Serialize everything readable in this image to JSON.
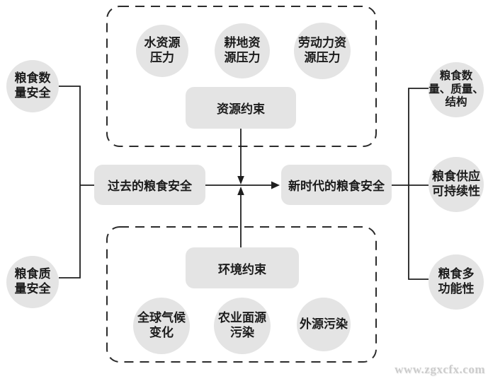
{
  "watermark": "www.zgxcfx.com",
  "colors": {
    "node_fill": "#e4e4e4",
    "line": "#1f1f1f",
    "dashed_border": "#2b2b2b",
    "text": "#1c1c1c",
    "watermark": "#cccccc"
  },
  "nodes": {
    "left_quantity": "粮食数\n量安全",
    "left_quality": "粮食质\n量安全",
    "past": "过去的粮食安全",
    "new_era": "新时代的粮食安全",
    "resource_constraint": "资源约束",
    "water_pressure": "水资源\n压力",
    "land_pressure": "耕地资\n源压力",
    "labor_pressure": "劳动力资\n源压力",
    "environment_constraint": "环境约束",
    "climate_change": "全球气候\n变化",
    "agri_pollution": "农业面源\n污染",
    "external_pollution": "外源污染",
    "right_quantity_quality_structure": "粮食数\n量、质量、\n结构",
    "right_supply_sustainability": "粮食供应\n可持续性",
    "right_multifunctionality": "粮食多\n功能性"
  }
}
